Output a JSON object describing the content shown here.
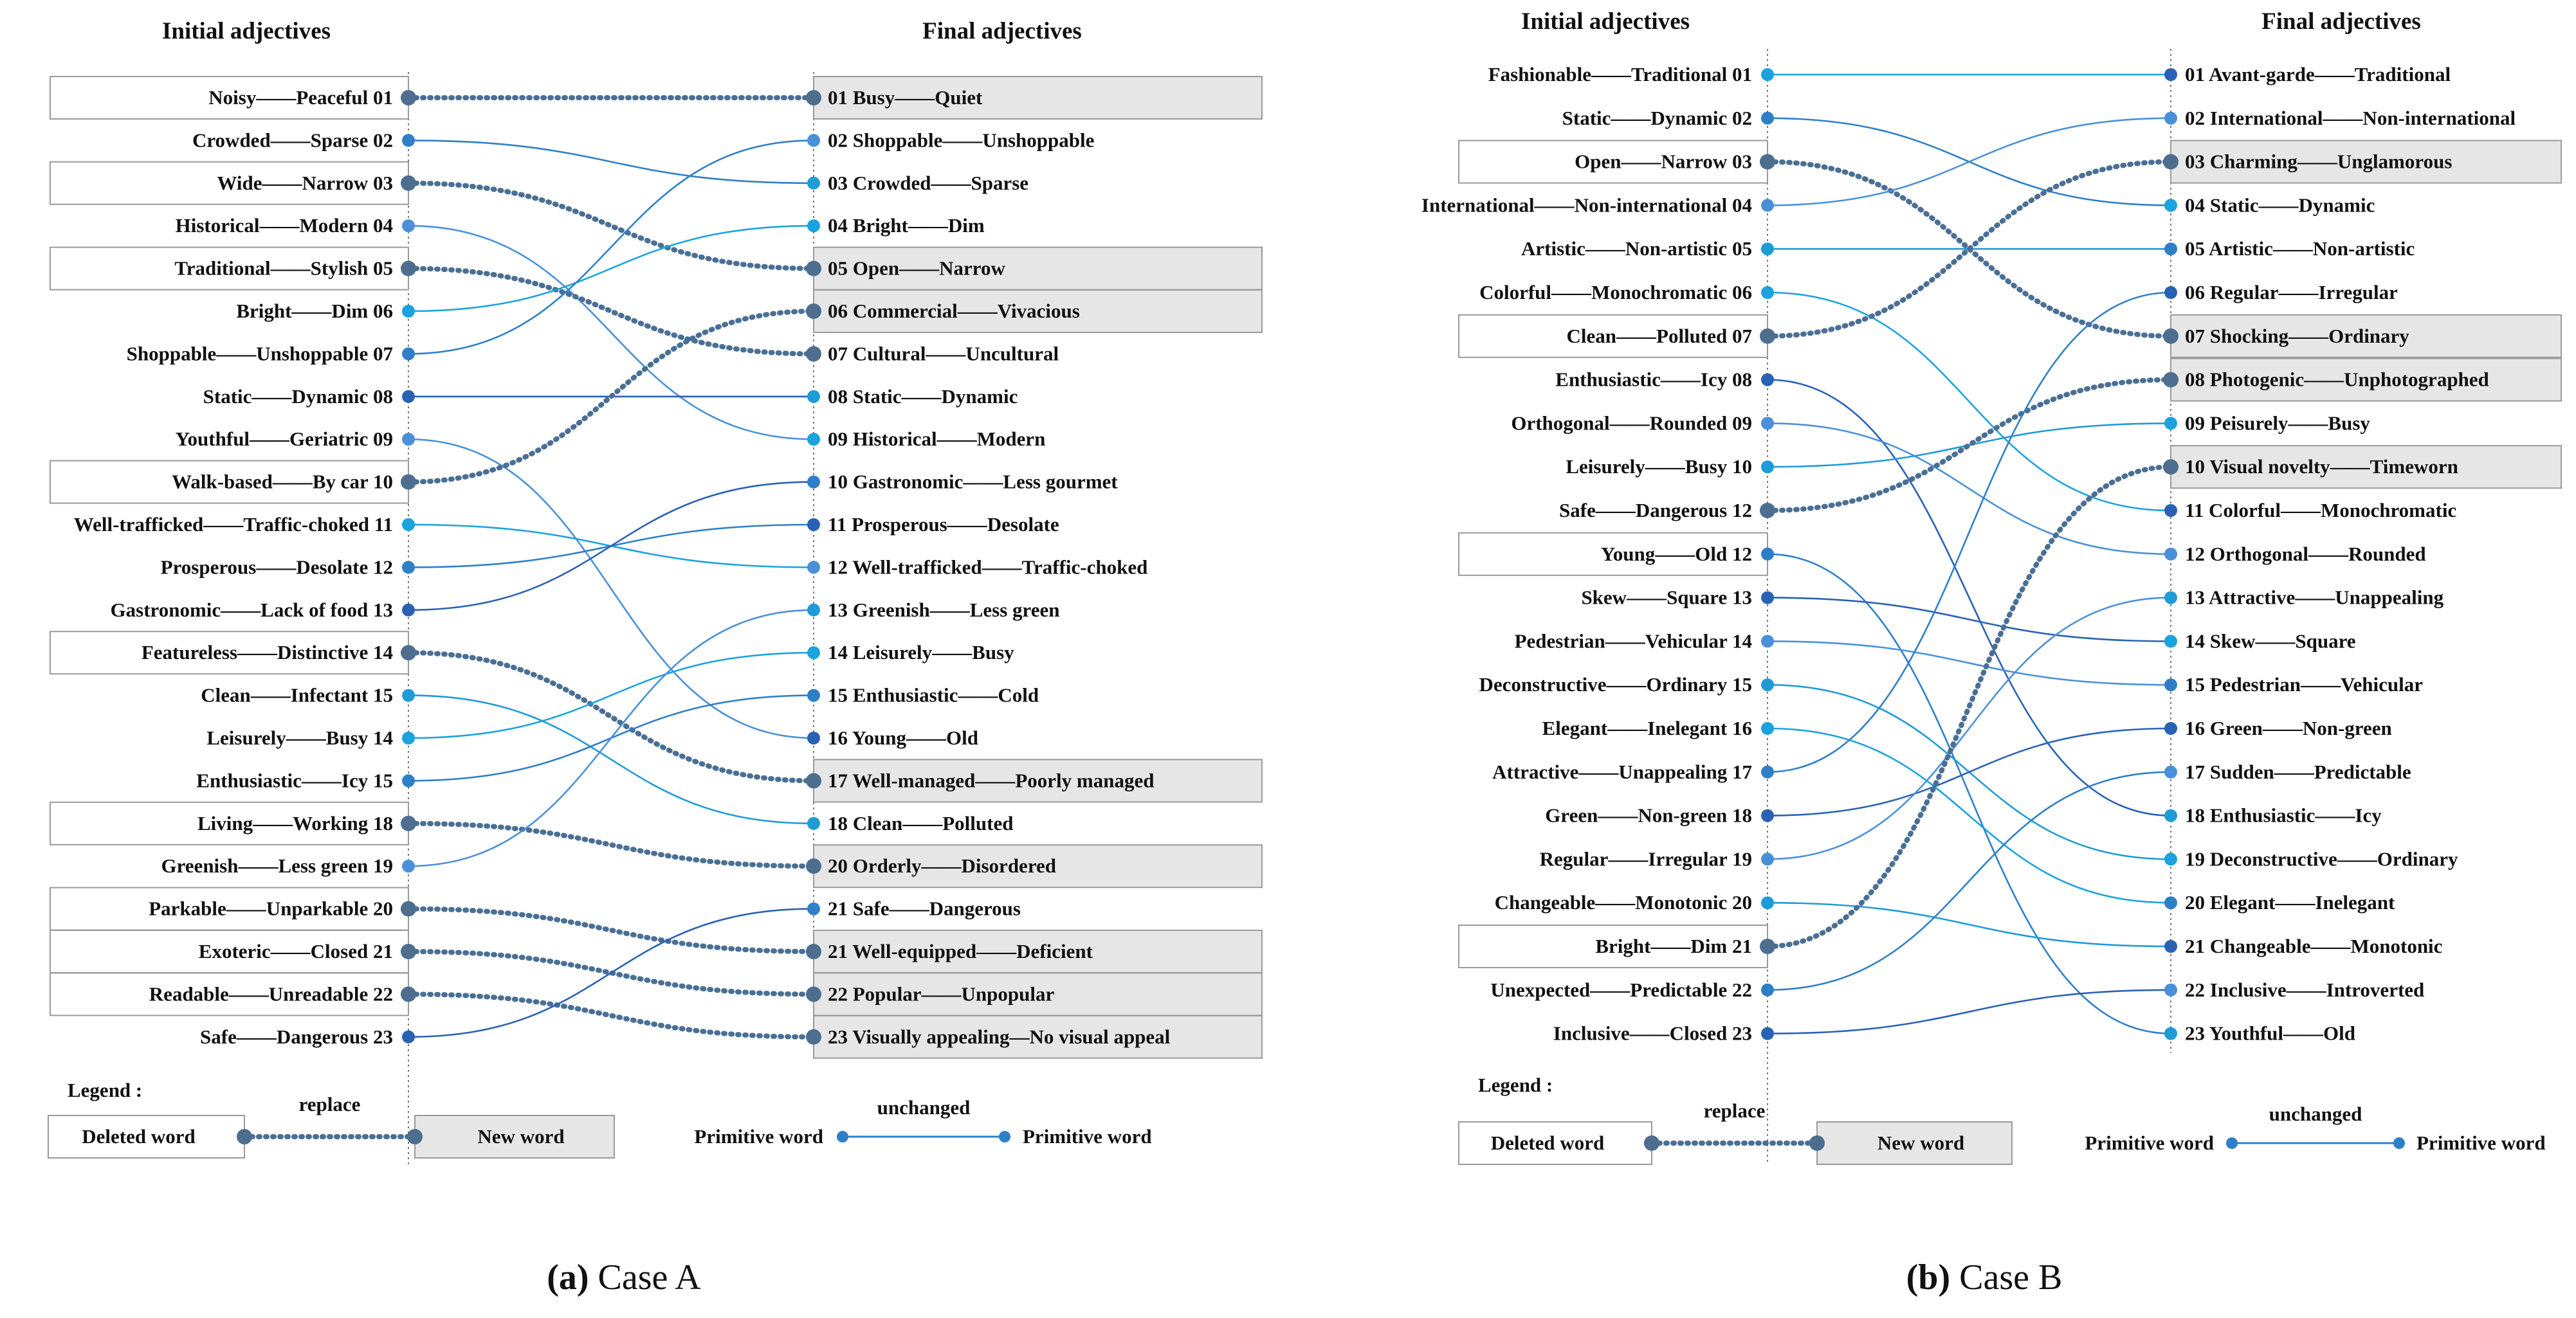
{
  "panels": [
    {
      "id": "A",
      "initial_header": "Initial adjectives",
      "final_header": "Final adjectives",
      "caption_letter": "(a)",
      "caption_text": "Case A",
      "initial": [
        {
          "text": "Noisy——Peaceful 01",
          "boxed": true
        },
        {
          "text": "Crowded——Sparse 02",
          "boxed": false
        },
        {
          "text": "Wide——Narrow 03",
          "boxed": true
        },
        {
          "text": "Historical——Modern 04",
          "boxed": false
        },
        {
          "text": "Traditional——Stylish 05",
          "boxed": true
        },
        {
          "text": "Bright——Dim 06",
          "boxed": false
        },
        {
          "text": "Shoppable——Unshoppable 07",
          "boxed": false
        },
        {
          "text": "Static——Dynamic 08",
          "boxed": false
        },
        {
          "text": "Youthful——Geriatric 09",
          "boxed": false
        },
        {
          "text": "Walk-based——By car 10",
          "boxed": true
        },
        {
          "text": "Well-trafficked——Traffic-choked 11",
          "boxed": false
        },
        {
          "text": "Prosperous——Desolate  12",
          "boxed": false
        },
        {
          "text": "Gastronomic——Lack of food 13",
          "boxed": false
        },
        {
          "text": "Featureless——Distinctive 14",
          "boxed": true
        },
        {
          "text": "Clean——Infectant 15",
          "boxed": false
        },
        {
          "text": "Leisurely——Busy 14",
          "boxed": false
        },
        {
          "text": "Enthusiastic——Icy 15",
          "boxed": false
        },
        {
          "text": "Living——Working 18",
          "boxed": true
        },
        {
          "text": "Greenish——Less green 19",
          "boxed": false
        },
        {
          "text": "Parkable——Unparkable 20",
          "boxed": true
        },
        {
          "text": "Exoteric——Closed 21",
          "boxed": true
        },
        {
          "text": "Readable——Unreadable 22",
          "boxed": true
        },
        {
          "text": "Safe——Dangerous 23",
          "boxed": false
        }
      ],
      "final": [
        {
          "text": "01 Busy——Quiet",
          "boxed": true
        },
        {
          "text": "02 Shoppable——Unshoppable",
          "boxed": false
        },
        {
          "text": "03 Crowded——Sparse",
          "boxed": false
        },
        {
          "text": "04 Bright——Dim",
          "boxed": false
        },
        {
          "text": "05 Open——Narrow",
          "boxed": true
        },
        {
          "text": "06 Commercial——Vivacious",
          "boxed": true
        },
        {
          "text": "07 Cultural——Uncultural",
          "boxed": false
        },
        {
          "text": "08  Static——Dynamic",
          "boxed": false
        },
        {
          "text": "09  Historical——Modern",
          "boxed": false
        },
        {
          "text": "10 Gastronomic——Less gourmet",
          "boxed": false
        },
        {
          "text": "11 Prosperous——Desolate",
          "boxed": false
        },
        {
          "text": "12 Well-trafficked——Traffic-choked",
          "boxed": false
        },
        {
          "text": "13 Greenish——Less green",
          "boxed": false
        },
        {
          "text": "14  Leisurely——Busy",
          "boxed": false
        },
        {
          "text": "15 Enthusiastic——Cold",
          "boxed": false
        },
        {
          "text": "16 Young——Old",
          "boxed": false
        },
        {
          "text": "17 Well-managed——Poorly managed",
          "boxed": true
        },
        {
          "text": "18  Clean——Polluted",
          "boxed": false
        },
        {
          "text": "20 Orderly——Disordered",
          "boxed": true
        },
        {
          "text": "21 Safe——Dangerous",
          "boxed": false
        },
        {
          "text": "21 Well-equipped——Deficient",
          "boxed": true
        },
        {
          "text": "22  Popular——Unpopular",
          "boxed": true
        },
        {
          "text": "23 Visually appealing—No visual appeal",
          "boxed": true
        }
      ],
      "links": [
        {
          "from": 0,
          "to": 0,
          "type": "replace"
        },
        {
          "from": 1,
          "to": 2,
          "type": "unchanged"
        },
        {
          "from": 2,
          "to": 4,
          "type": "replace"
        },
        {
          "from": 3,
          "to": 8,
          "type": "unchanged"
        },
        {
          "from": 4,
          "to": 6,
          "type": "replace"
        },
        {
          "from": 5,
          "to": 3,
          "type": "unchanged"
        },
        {
          "from": 6,
          "to": 1,
          "type": "unchanged"
        },
        {
          "from": 7,
          "to": 7,
          "type": "unchanged"
        },
        {
          "from": 8,
          "to": 15,
          "type": "unchanged"
        },
        {
          "from": 9,
          "to": 5,
          "type": "replace"
        },
        {
          "from": 10,
          "to": 11,
          "type": "unchanged"
        },
        {
          "from": 11,
          "to": 10,
          "type": "unchanged"
        },
        {
          "from": 12,
          "to": 9,
          "type": "unchanged"
        },
        {
          "from": 13,
          "to": 16,
          "type": "replace"
        },
        {
          "from": 14,
          "to": 17,
          "type": "unchanged"
        },
        {
          "from": 15,
          "to": 13,
          "type": "unchanged"
        },
        {
          "from": 16,
          "to": 14,
          "type": "unchanged"
        },
        {
          "from": 17,
          "to": 18,
          "type": "replace"
        },
        {
          "from": 18,
          "to": 12,
          "type": "unchanged"
        },
        {
          "from": 19,
          "to": 20,
          "type": "replace"
        },
        {
          "from": 20,
          "to": 21,
          "type": "replace"
        },
        {
          "from": 21,
          "to": 22,
          "type": "replace"
        },
        {
          "from": 22,
          "to": 19,
          "type": "unchanged"
        }
      ]
    },
    {
      "id": "B",
      "initial_header": "Initial adjectives",
      "final_header": "Final adjectives",
      "caption_letter": "(b)",
      "caption_text": "Case B",
      "initial": [
        {
          "text": "Fashionable——Traditional 01",
          "boxed": false
        },
        {
          "text": "Static——Dynamic 02",
          "boxed": false
        },
        {
          "text": "Open——Narrow 03",
          "boxed": true
        },
        {
          "text": "International——Non-international 04",
          "boxed": false
        },
        {
          "text": "Artistic——Non-artistic 05",
          "boxed": false
        },
        {
          "text": "Colorful——Monochromatic 06",
          "boxed": false
        },
        {
          "text": "Clean——Polluted 07",
          "boxed": true
        },
        {
          "text": "Enthusiastic——Icy 08",
          "boxed": false
        },
        {
          "text": "Orthogonal——Rounded 09",
          "boxed": false
        },
        {
          "text": "Leisurely——Busy 10",
          "boxed": false
        },
        {
          "text": "Safe——Dangerous 12",
          "boxed": false
        },
        {
          "text": "Young——Old 12",
          "boxed": true
        },
        {
          "text": "Skew——Square 13",
          "boxed": false
        },
        {
          "text": "Pedestrian——Vehicular 14",
          "boxed": false
        },
        {
          "text": "Deconstructive——Ordinary 15",
          "boxed": false
        },
        {
          "text": "Elegant——Inelegant 16",
          "boxed": false
        },
        {
          "text": "Attractive——Unappealing 17",
          "boxed": false
        },
        {
          "text": "Green——Non-green 18",
          "boxed": false
        },
        {
          "text": "Regular——Irregular 19",
          "boxed": false
        },
        {
          "text": "Changeable——Monotonic 20",
          "boxed": false
        },
        {
          "text": "Bright——Dim 21",
          "boxed": true
        },
        {
          "text": "Unexpected——Predictable 22",
          "boxed": false
        },
        {
          "text": "Inclusive——Closed 23",
          "boxed": false
        }
      ],
      "final": [
        {
          "text": "01 Avant-garde——Traditional",
          "boxed": false
        },
        {
          "text": "02 International——Non-international",
          "boxed": false
        },
        {
          "text": "03 Charming——Unglamorous",
          "boxed": true
        },
        {
          "text": "04 Static——Dynamic",
          "boxed": false
        },
        {
          "text": "05 Artistic——Non-artistic",
          "boxed": false
        },
        {
          "text": "06 Regular——Irregular",
          "boxed": false
        },
        {
          "text": "07 Shocking——Ordinary",
          "boxed": true
        },
        {
          "text": "08 Photogenic——Unphotographed",
          "boxed": true
        },
        {
          "text": "09 Peisurely——Busy",
          "boxed": false
        },
        {
          "text": "10 Visual novelty——Timeworn",
          "boxed": true
        },
        {
          "text": "11 Colorful——Monochromatic",
          "boxed": false
        },
        {
          "text": "12 Orthogonal——Rounded",
          "boxed": false
        },
        {
          "text": "13 Attractive——Unappealing",
          "boxed": false
        },
        {
          "text": "14 Skew——Square",
          "boxed": false
        },
        {
          "text": "15 Pedestrian——Vehicular",
          "boxed": false
        },
        {
          "text": "16 Green——Non-green",
          "boxed": false
        },
        {
          "text": "17 Sudden——Predictable",
          "boxed": false
        },
        {
          "text": "18 Enthusiastic——Icy",
          "boxed": false
        },
        {
          "text": "19 Deconstructive——Ordinary",
          "boxed": false
        },
        {
          "text": "20 Elegant——Inelegant",
          "boxed": false
        },
        {
          "text": "21 Changeable——Monotonic",
          "boxed": false
        },
        {
          "text": "22 Inclusive——Introverted",
          "boxed": false
        },
        {
          "text": "23 Youthful——Old",
          "boxed": false
        }
      ],
      "links": [
        {
          "from": 0,
          "to": 0,
          "type": "unchanged"
        },
        {
          "from": 1,
          "to": 3,
          "type": "unchanged"
        },
        {
          "from": 2,
          "to": 6,
          "type": "replace"
        },
        {
          "from": 3,
          "to": 1,
          "type": "unchanged"
        },
        {
          "from": 4,
          "to": 4,
          "type": "unchanged"
        },
        {
          "from": 5,
          "to": 10,
          "type": "unchanged"
        },
        {
          "from": 6,
          "to": 2,
          "type": "replace"
        },
        {
          "from": 7,
          "to": 17,
          "type": "unchanged"
        },
        {
          "from": 8,
          "to": 11,
          "type": "unchanged"
        },
        {
          "from": 9,
          "to": 8,
          "type": "unchanged"
        },
        {
          "from": 10,
          "to": 7,
          "type": "replace"
        },
        {
          "from": 11,
          "to": 22,
          "type": "unchanged"
        },
        {
          "from": 12,
          "to": 13,
          "type": "unchanged"
        },
        {
          "from": 13,
          "to": 14,
          "type": "unchanged"
        },
        {
          "from": 14,
          "to": 18,
          "type": "unchanged"
        },
        {
          "from": 15,
          "to": 19,
          "type": "unchanged"
        },
        {
          "from": 16,
          "to": 5,
          "type": "unchanged"
        },
        {
          "from": 17,
          "to": 15,
          "type": "unchanged"
        },
        {
          "from": 18,
          "to": 12,
          "type": "unchanged"
        },
        {
          "from": 19,
          "to": 20,
          "type": "unchanged"
        },
        {
          "from": 20,
          "to": 9,
          "type": "replace"
        },
        {
          "from": 21,
          "to": 16,
          "type": "unchanged"
        },
        {
          "from": 22,
          "to": 21,
          "type": "unchanged"
        }
      ]
    }
  ],
  "legend": {
    "title": "Legend :",
    "deleted_word": "Deleted word",
    "replace_label": "replace",
    "new_word": "New word",
    "primitive_word": "Primitive word",
    "unchanged_label": "unchanged",
    "primitive_word_right": "Primitive  word"
  },
  "colors": {
    "dotted": "#4a6f95",
    "dot_replace": "#4d6e8f",
    "solid_palette": [
      "#1aa3dd",
      "#2f7fc8",
      "#2a62b3",
      "#4a90d9",
      "#1f9bd6"
    ],
    "box_fill": "#e6e6e6",
    "box_stroke": "#9a9a9a"
  }
}
